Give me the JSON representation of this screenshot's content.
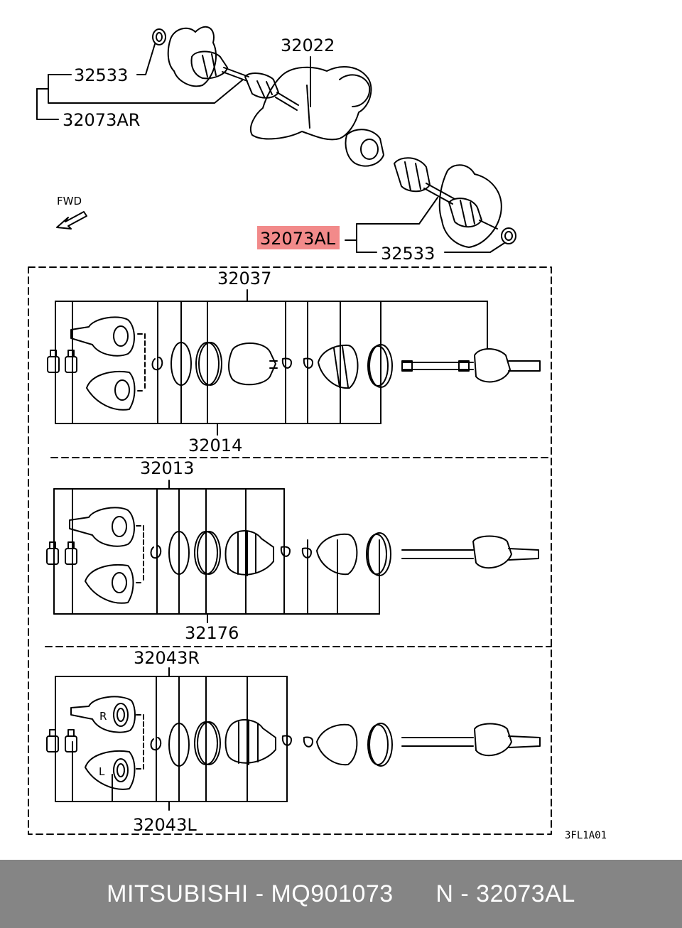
{
  "diagram": {
    "labels": {
      "top_left_seal": "32533",
      "top_right_shaft": "32073AR",
      "top_diff": "32022",
      "fwd": "FWD",
      "highlighted": "32073AL",
      "right_seal": "32533",
      "kit_1_top": "32037",
      "kit_1_bottom": "32014",
      "kit_2_top": "32013",
      "kit_2_bottom": "32176",
      "kit_3_top": "32043R",
      "kit_3_bottom": "32043L",
      "drawing_code": "3FL1A01",
      "marker_r": "R",
      "marker_l": "L"
    },
    "highlight_color": "#f28a8a"
  },
  "footer": {
    "brand": "MITSUBISHI",
    "sep1": " - ",
    "part_number": "MQ901073",
    "gap": "      ",
    "n_label": "N",
    "sep2": " - ",
    "n_number": "32073AL"
  }
}
